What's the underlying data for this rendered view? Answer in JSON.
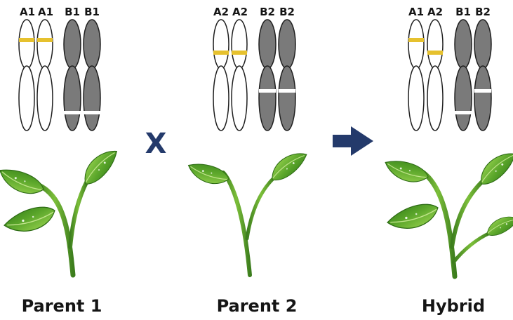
{
  "colors": {
    "white_chromosome": "#ffffff",
    "grey_chromosome": "#7a7a7a",
    "outline": "#1f1f1f",
    "allele_band_A": "#e6c12e",
    "allele_band_B": "#ffffff",
    "cross_symbol": "#243a6b",
    "arrow": "#243a6b",
    "leaf_dark": "#3f8a1e",
    "leaf_light": "#8ccf3e",
    "stem": "#4f8f27"
  },
  "icons": {
    "cross": "cross-x-icon",
    "arrow": "right-arrow-icon",
    "plant": "plant-seedling-icon"
  },
  "cross_symbol": "X",
  "groups": [
    {
      "label": "Parent 1",
      "alleles": [
        "A1",
        "A1",
        "B1",
        "B1"
      ]
    },
    {
      "label": "Parent 2",
      "alleles": [
        "A2",
        "A2",
        "B2",
        "B2"
      ]
    },
    {
      "label": "Hybrid",
      "alleles": [
        "A1",
        "A2",
        "B1",
        "B2"
      ]
    }
  ]
}
